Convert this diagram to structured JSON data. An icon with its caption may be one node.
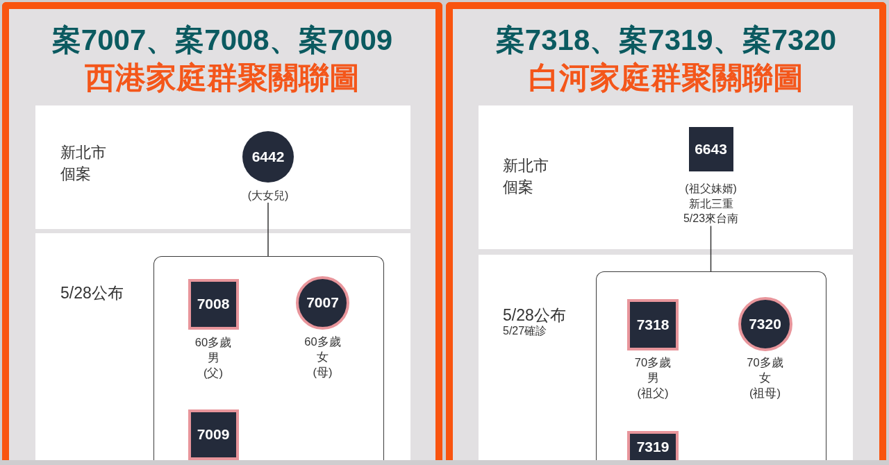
{
  "diagram": {
    "nodes": [
      {
        "text": [
          "案7007、案7008、案7009",
          "西港家庭群聚關聯圖"
        ]
      },
      {
        "text": [
          "新北市個案"
        ],
        "in": 0
      },
      {
        "text": [
          "6442"
        ],
        "in": 1,
        "beside": [
          "(大女兒)"
        ]
      },
      {
        "text": [
          "5/28公布"
        ],
        "in": 0
      },
      {
        "text": [],
        "shape": "box",
        "in": 3
      },
      {
        "text": [
          "7008"
        ],
        "in": 4,
        "beside": [
          "60多歲",
          "男",
          "(父)"
        ]
      },
      {
        "text": [
          "7007"
        ],
        "in": 4,
        "beside": [
          "60多歲",
          "女",
          "(母)"
        ]
      },
      {
        "text": [
          "7009"
        ],
        "in": 4
      },
      {
        "text": [
          "案7318、案7319、案7320",
          "白河家庭群聚關聯圖"
        ]
      },
      {
        "text": [
          "新北市個案"
        ],
        "in": 8
      },
      {
        "text": [
          "6643"
        ],
        "in": 9,
        "beside": [
          "(祖父妹婿)",
          "新北三重",
          "5/23來台南"
        ]
      },
      {
        "text": [
          "5/28公布",
          "5/27確診"
        ],
        "in": 8
      },
      {
        "text": [],
        "shape": "box",
        "in": 11
      },
      {
        "text": [
          "7318"
        ],
        "in": 12,
        "beside": [
          "70多歲",
          "男",
          "(祖父)"
        ]
      },
      {
        "text": [
          "7320"
        ],
        "in": 12,
        "beside": [
          "70多歲",
          "女",
          "(祖母)"
        ]
      },
      {
        "text": [
          "7319"
        ],
        "in": 12
      }
    ],
    "edges": [
      {
        "from": 2,
        "to": 4,
        "arrow": "none"
      },
      {
        "from": 10,
        "to": 12,
        "arrow": "none"
      }
    ]
  }
}
